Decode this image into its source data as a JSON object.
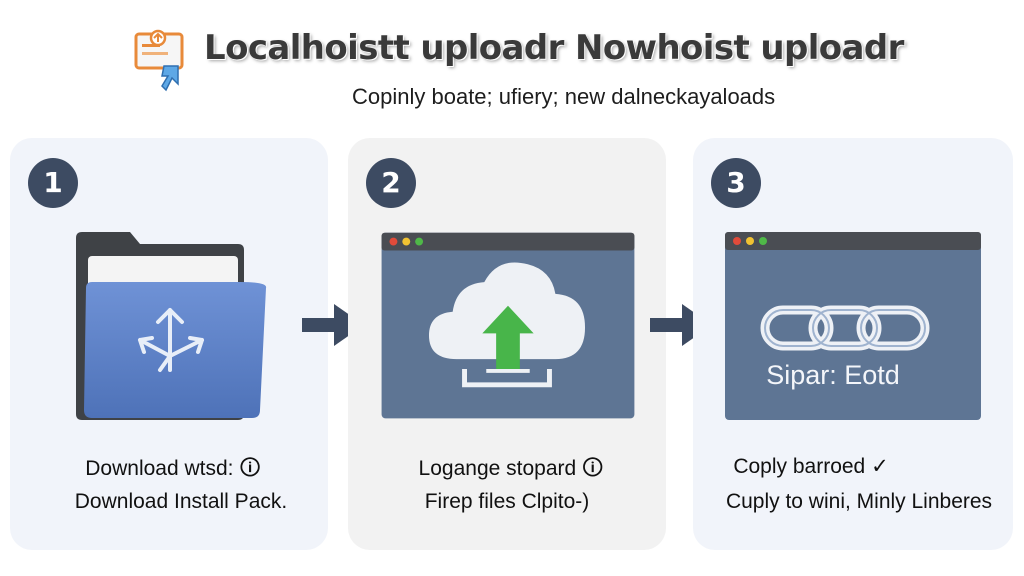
{
  "header": {
    "title": "Localhoistt uploadr Nowhoist uploadr",
    "subtitle": "Copinly boate; ufiery; new dalneckayaloads"
  },
  "steps": [
    {
      "number": "1",
      "line1": "Download wtsd: 🛈",
      "line2": "Download Install Pack."
    },
    {
      "number": "2",
      "line1": "Logange stopard 🛈",
      "line2": "Firep files Clpito-)"
    },
    {
      "number": "3",
      "window_caption": "Sipar: Eotd",
      "line1": "Coply barroed ✓",
      "line2": "Cuply to wini, Minly Linberes"
    }
  ],
  "colors": {
    "badge": "#3d4b62",
    "arrow": "#3d4b62",
    "folder_blue": "#5b7fc6",
    "window_body": "#5e7594",
    "window_titlebar": "#4a4d53",
    "upload_green": "#48b54a",
    "dot_red": "#e14b3a",
    "dot_yellow": "#f1c232",
    "dot_green": "#4fb848"
  },
  "icons": {
    "header": "upload-document-icon",
    "step1": "folder-arrows-icon",
    "step2": "cloud-upload-icon",
    "step3": "chain-link-icon",
    "arrow": "right-arrow-icon"
  }
}
